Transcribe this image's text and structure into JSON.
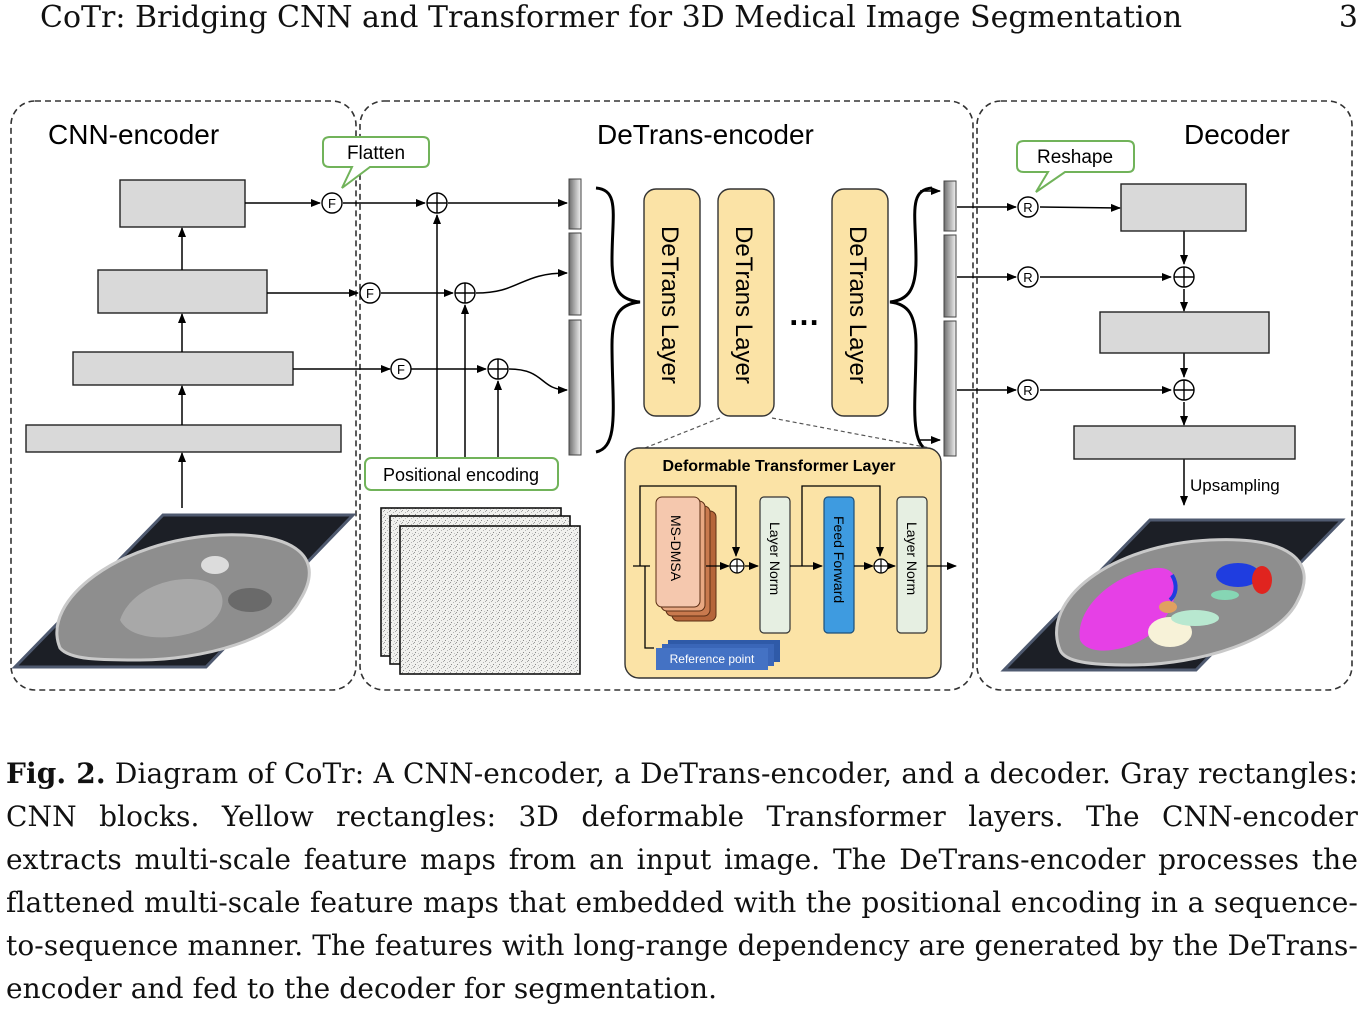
{
  "header": {
    "title": "CoTr: Bridging CNN and Transformer for 3D Medical Image Segmentation",
    "page_number": "3"
  },
  "figure": {
    "panels": {
      "cnn_encoder": "CNN-encoder",
      "detrans_encoder": "DeTrans-encoder",
      "decoder": "Decoder"
    },
    "callouts": {
      "flatten": "Flatten",
      "reshape": "Reshape",
      "positional_encoding": "Positional encoding"
    },
    "op_symbols": {
      "flatten": "F",
      "reshape": "R",
      "add": "+"
    },
    "detrans_layers": [
      "DeTrans Layer",
      "DeTrans Layer",
      "DeTrans Layer"
    ],
    "ellipsis": "…",
    "deformable_block": {
      "title": "Deformable Transformer Layer",
      "ms_dmsa": "MS-DMSA",
      "layer_norm_1": "Layer Norm",
      "feed_forward": "Feed Forward",
      "layer_norm_2": "Layer Norm",
      "reference_point": "Reference point"
    },
    "upsampling": "Upsampling",
    "colors": {
      "cnn_block": "#d9d9d9",
      "detrans_layer": "#fbe3a6",
      "deformable_panel": "#fbe3a6",
      "ms_dmsa": "#f5c8ae",
      "feed_forward": "#3e9be0",
      "layer_norm": "#e6efe2",
      "reference_point": "#4472c4",
      "callout_border": "#71b35a"
    }
  },
  "caption": {
    "label": "Fig. 2.",
    "text": "Diagram of CoTr: A CNN-encoder, a DeTrans-encoder, and a decoder. Gray rectangles: CNN blocks. Yellow rectangles: 3D deformable Transformer layers. The CNN-encoder extracts multi-scale feature maps from an input image. The DeTrans-encoder processes the flattened multi-scale feature maps that embedded with the positional encoding in a sequence-to-sequence manner. The features with long-range dependency are generated by the DeTrans-encoder and fed to the decoder for segmentation."
  }
}
